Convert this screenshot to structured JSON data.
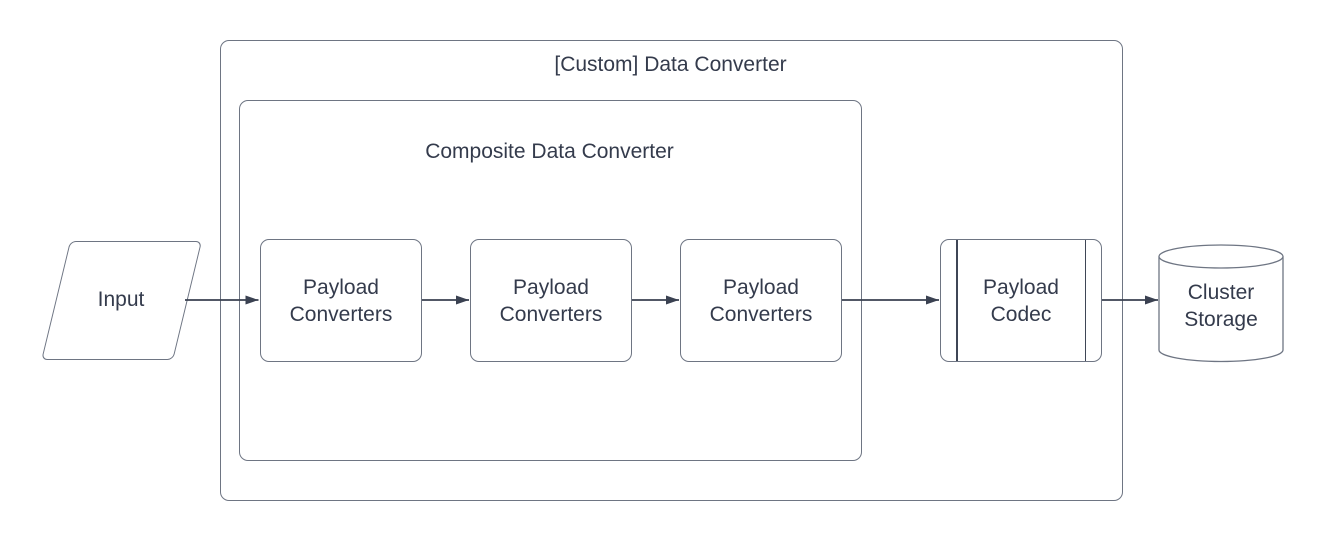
{
  "diagram": {
    "type": "flowchart",
    "outer_container": {
      "title": "[Custom] Data Converter"
    },
    "inner_container": {
      "title": "Composite Data Converter"
    },
    "nodes": {
      "input": {
        "label": "Input",
        "shape": "parallelogram"
      },
      "payload_converters": [
        {
          "label": "Payload Converters"
        },
        {
          "label": "Payload Converters"
        },
        {
          "label": "Payload Converters"
        }
      ],
      "payload_codec": {
        "label": "Payload Codec",
        "shape": "predefined-process"
      },
      "cluster_storage": {
        "label": "Cluster Storage",
        "shape": "cylinder"
      }
    },
    "flow": "Input → Payload Converters → Payload Converters → Payload Converters → Payload Codec → Cluster Storage",
    "colors": {
      "background": "#ffffff",
      "shape_stroke": "#6e7583",
      "arrow_stroke": "#3a4151",
      "text": "#343b4c"
    }
  }
}
